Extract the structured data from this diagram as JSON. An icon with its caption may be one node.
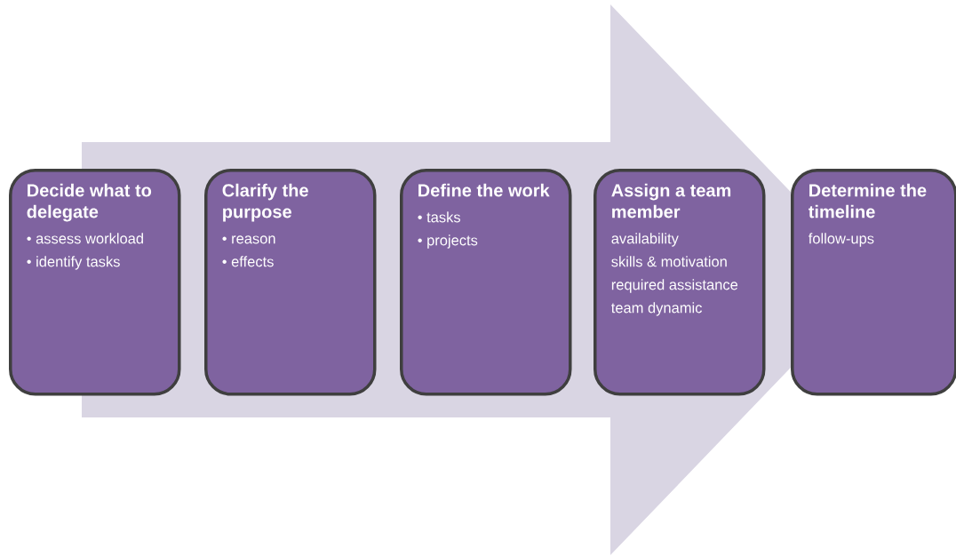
{
  "diagram": {
    "nodes": [
      {
        "text": [
          "Decide what to delegate",
          "• assess workload",
          "• identify tasks"
        ]
      },
      {
        "text": [
          "Clarify the purpose",
          "• reason",
          "• effects"
        ]
      },
      {
        "text": [
          "Define the work",
          "• tasks",
          "• projects"
        ]
      },
      {
        "text": [
          "Assign a team member",
          "availability",
          "skills & motivation",
          "required assistance",
          "team dynamic"
        ]
      },
      {
        "text": [
          "Determine the timeline",
          "follow-ups"
        ]
      }
    ],
    "edges": [
      {
        "from": 0,
        "to": 4,
        "arrow": "to",
        "style": "thick"
      }
    ]
  }
}
